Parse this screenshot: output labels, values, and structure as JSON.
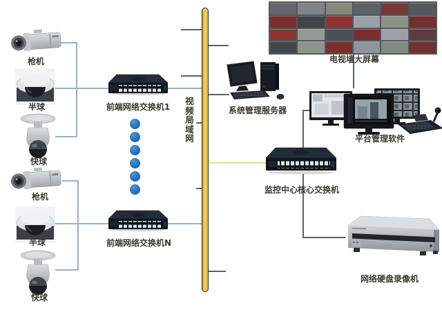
{
  "diagram_title": "",
  "bus": {
    "label": "视频局域网",
    "fill": "#E9C44F"
  },
  "cameras": {
    "group1": [
      {
        "type": "bullet-camera",
        "label": "枪机"
      },
      {
        "type": "dome-camera",
        "label": "半球"
      },
      {
        "type": "speed-dome-camera",
        "label": "快球"
      }
    ],
    "group2": [
      {
        "type": "bullet-camera",
        "label": "枪机"
      },
      {
        "type": "dome-camera",
        "label": "半球"
      },
      {
        "type": "speed-dome-camera",
        "label": "快球"
      }
    ]
  },
  "switches": {
    "front1": {
      "label": "前端网络交换机1"
    },
    "frontN": {
      "label": "前端网络交换机N"
    },
    "core": {
      "label": "监控中心核心交换机"
    }
  },
  "tv_wall": {
    "label": "电视墙大屏幕",
    "rows": 4,
    "cols": 6,
    "cell_colors": [
      "#63676d",
      "#7e8289",
      "#85897c",
      "#5c6168",
      "#77393a",
      "#54585f",
      "#7a2f2e",
      "#3f434a",
      "#8c3432",
      "#9aa0a6",
      "#8b9289",
      "#713031",
      "#8b3432",
      "#949a94",
      "#4b4f56",
      "#7a2f2e",
      "#9ba1a7",
      "#5d3c3c",
      "#42464d",
      "#8d948b",
      "#7a2f2e",
      "#8f959c",
      "#828a80",
      "#713031"
    ]
  },
  "server": {
    "label": "系统管理服务器"
  },
  "platform": {
    "label": "平台管理软件"
  },
  "nvr": {
    "label": "网络硬盘录像机"
  },
  "ellipsis": {
    "count": 6,
    "color": "#1e6fc0"
  },
  "colors": {
    "line_blue": "#93b1cd",
    "line_dark": "#59616e",
    "line_yellow": "#e9e183"
  }
}
